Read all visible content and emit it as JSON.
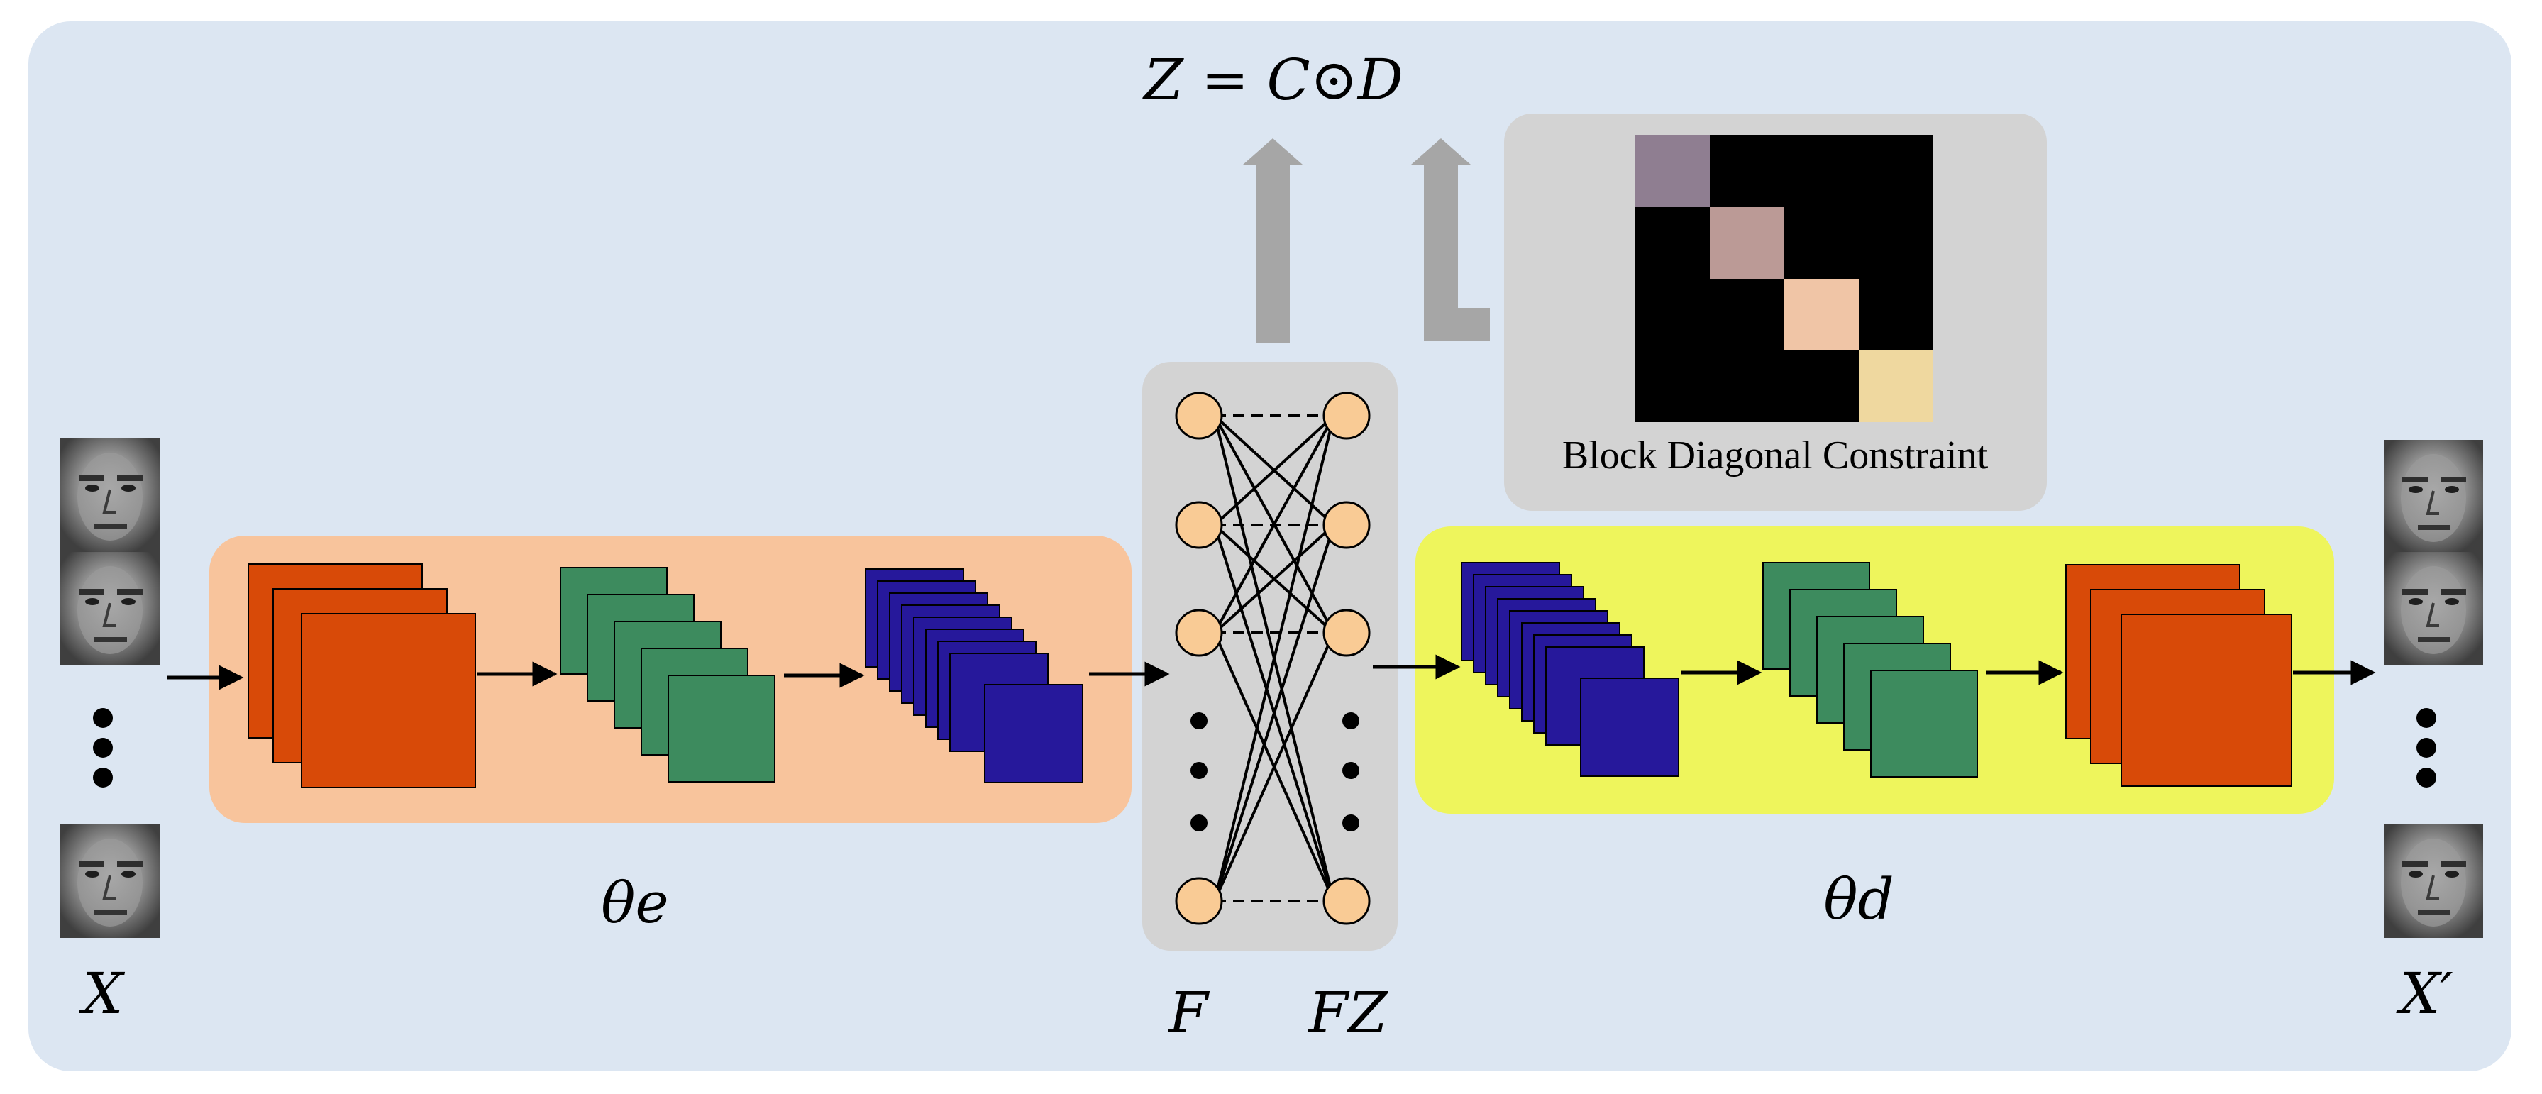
{
  "equation": "Z = C⊙D",
  "labels": {
    "input": "X",
    "output": "X′",
    "encoder_param": "θe",
    "decoder_param": "θd",
    "latent_features": "F",
    "self_expression": "FZ",
    "block_diagonal_caption": "Block Diagonal Constraint"
  },
  "icons": {
    "face": "face-image-icon",
    "ellipsis": "vertical-ellipsis-icon",
    "arrow": "arrow-right-icon"
  },
  "colors": {
    "background_panel": "#dce6f2",
    "encoder_bg": "#f8c49c",
    "decoder_bg": "#eef55c",
    "latent_bg": "#d3d3d3",
    "block_bg": "#d3d3d3",
    "conv_orange": "#d84a08",
    "conv_green": "#3d8b5e",
    "conv_blue": "#26189b",
    "node_fill": "#f9cb95",
    "gray_arrow": "#a6a6a6",
    "matrix_black": "#000000",
    "block_1": "#8f7e91",
    "block_2": "#bb9a96",
    "block_3": "#f0c5a6",
    "block_4": "#efd89f"
  }
}
